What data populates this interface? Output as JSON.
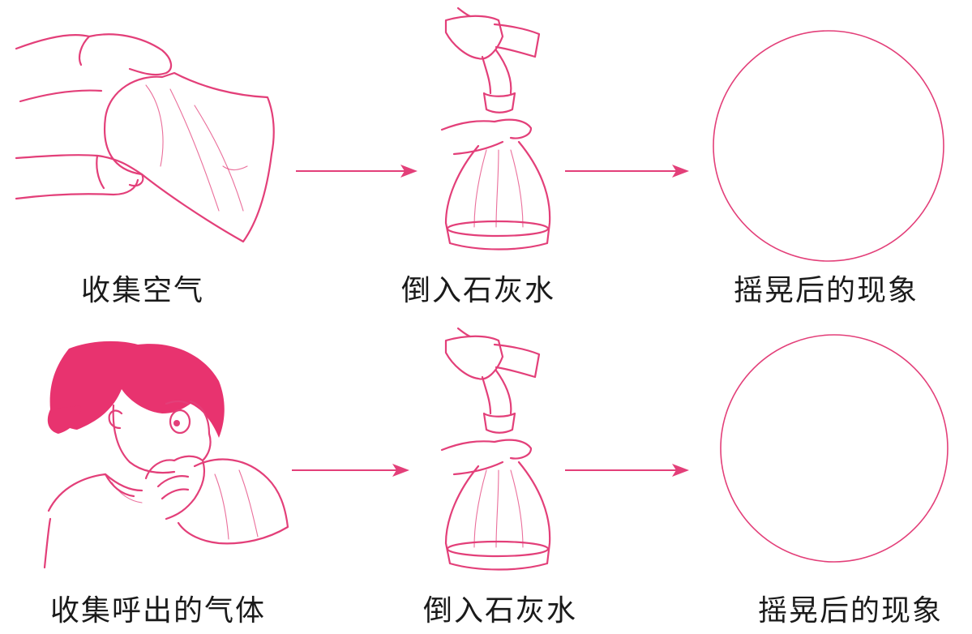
{
  "colors": {
    "ink": "#e33f79",
    "hair": "#e8336f",
    "caption": "#1a1a1a",
    "background": "#ffffff"
  },
  "rows": [
    {
      "step1_caption": "收集空气",
      "step2_caption": "倒入石灰水",
      "step3_caption": "摇晃后的现象"
    },
    {
      "step1_caption": "收集呼出的气体",
      "step2_caption": "倒入石灰水",
      "step3_caption": "摇晃后的现象"
    }
  ],
  "icons": [
    "hands-holding-bag",
    "girl-breathing-into-bag",
    "pouring-limewater",
    "arrow-right",
    "empty-observation-circle"
  ]
}
